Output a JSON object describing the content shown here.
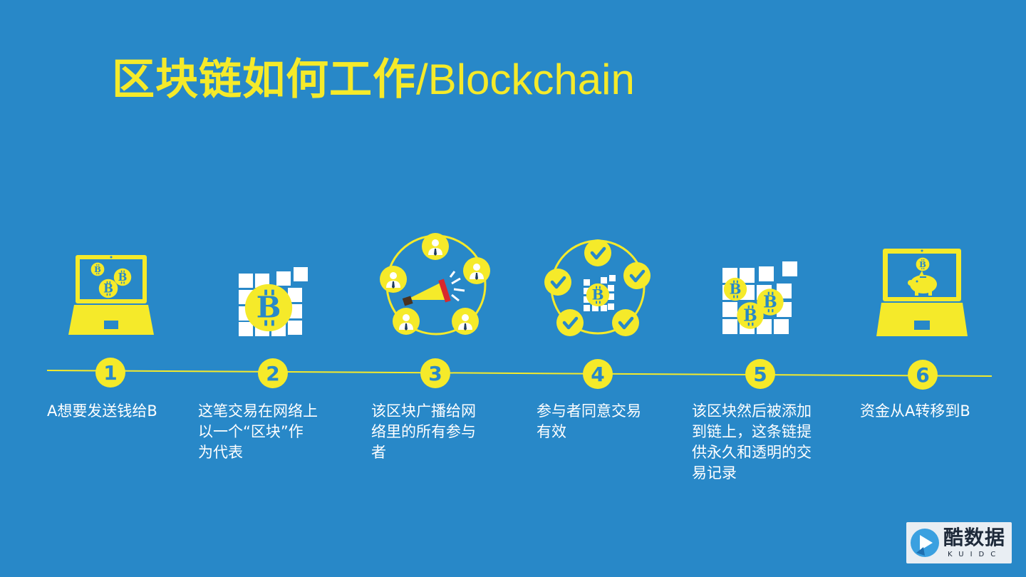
{
  "title": {
    "zh": "区块链如何工作",
    "en": "/Blockchain"
  },
  "steps": [
    {
      "number": "1",
      "text": "A想要发送钱给B"
    },
    {
      "number": "2",
      "text": "这笔交易在网络上\n以一个“区块”作\n为代表"
    },
    {
      "number": "3",
      "text": "该区块广播给网\n络里的所有参与\n者"
    },
    {
      "number": "4",
      "text": "参与者同意交易\n有效"
    },
    {
      "number": "5",
      "text": "该区块然后被添加\n到链上，这条链提\n供永久和透明的交\n易记录"
    },
    {
      "number": "6",
      "text": "资金从A转移到B"
    }
  ],
  "logo": {
    "name": "酷数据",
    "sub": "KUIDC"
  },
  "colors": {
    "background": "#2888c8",
    "accent": "#f5ea2a",
    "text": "#ffffff"
  },
  "icons": [
    "laptop-bitcoin-icon",
    "bitcoin-block-icon",
    "broadcast-network-icon",
    "consensus-check-icon",
    "blockchain-blocks-icon",
    "laptop-piggy-bank-icon"
  ]
}
